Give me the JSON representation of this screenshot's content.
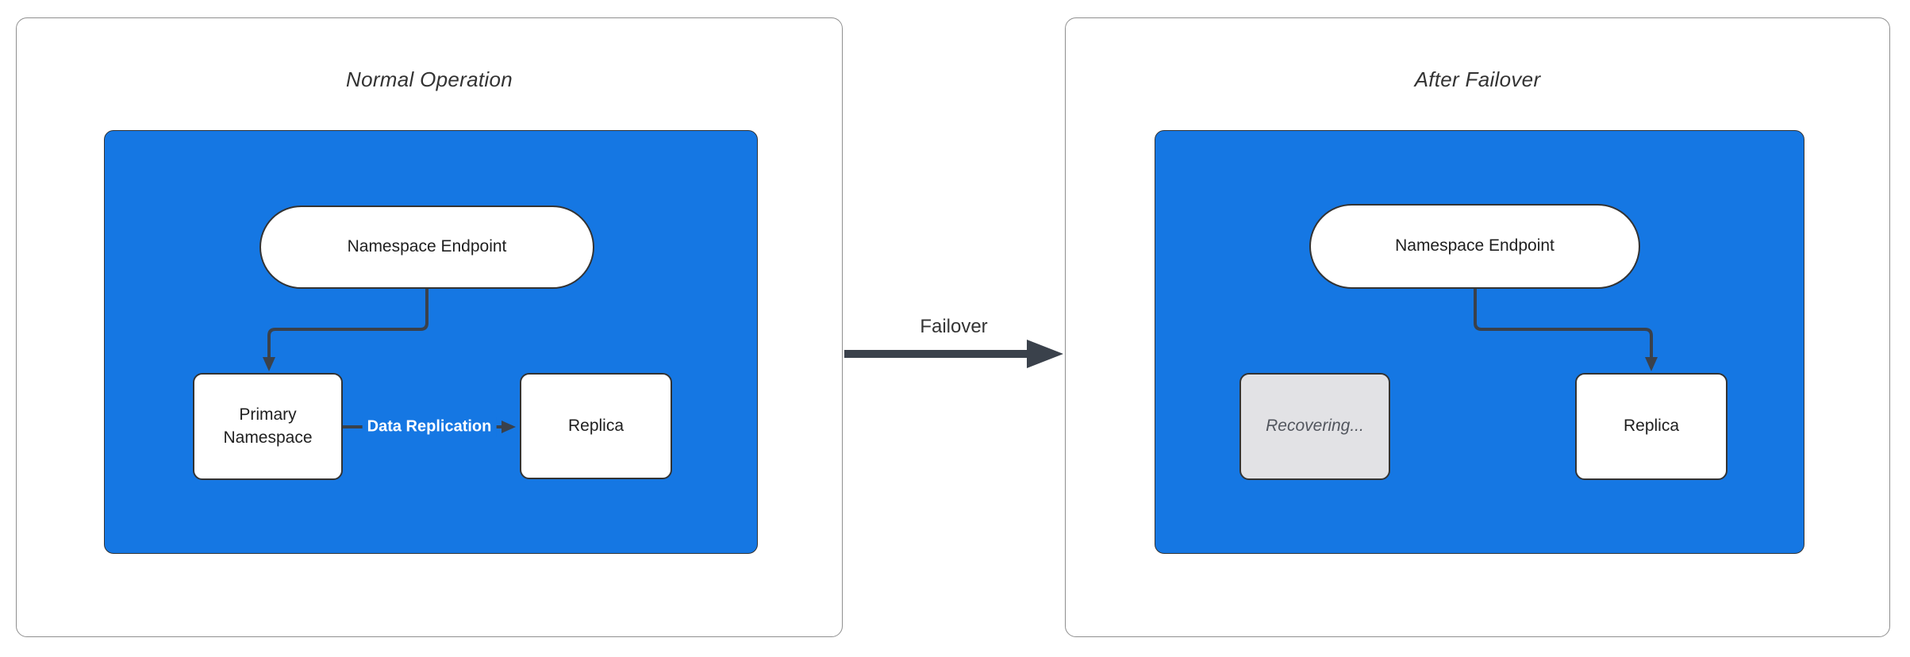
{
  "colors": {
    "container-blue": "#1577E3",
    "node-border": "#333333",
    "edge": "#3A414B",
    "panel-border": "#8F8F8F",
    "recovering-fill": "#E2E2E5",
    "recovering-text": "#52565E",
    "title-text": "#333333",
    "node-text": "#1F1F1F",
    "edge-label-text": "#FFFFFF"
  },
  "left_panel": {
    "title": "Normal Operation",
    "endpoint_label": "Namespace Endpoint",
    "primary_label": "Primary Namespace",
    "replica_label": "Replica",
    "replication_label": "Data Replication"
  },
  "failover": {
    "label": "Failover"
  },
  "right_panel": {
    "title": "After Failover",
    "endpoint_label": "Namespace Endpoint",
    "recovering_label": "Recovering...",
    "replica_label": "Replica"
  }
}
